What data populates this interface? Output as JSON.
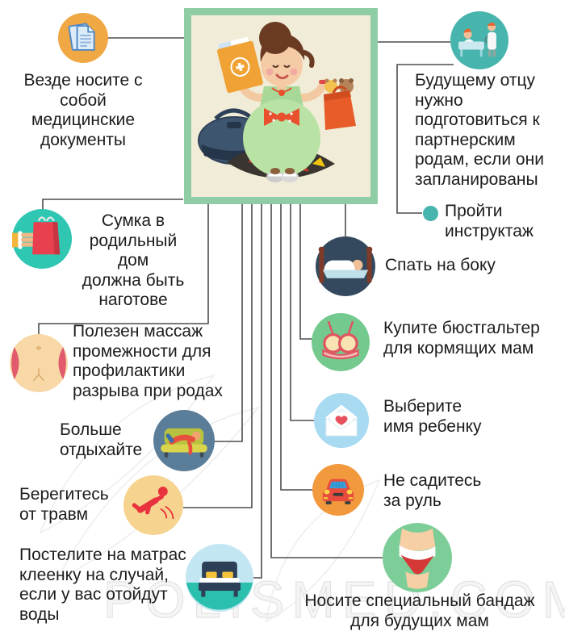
{
  "watermark": {
    "text": "POLISMED.COM",
    "color": "#e3e3e3"
  },
  "frame": {
    "border_color": "#8fcda6",
    "bg_color": "#f1ecd7",
    "illustration": "pregnant-woman-sitting-with-medical-folder-and-toy-bag"
  },
  "connector_color": "#4d4d4d",
  "text_color": "#1c1c1c",
  "tips": {
    "documents": {
      "label": "Везде носите с\nсобой\nмедицинские\nдокументы",
      "icon": "documents-icon",
      "icon_bg": "#f0a844"
    },
    "father": {
      "label": "Будущему отцу\nнужно\nподготовиться к\nпартнерским\nродам, если они\nзапланированы",
      "icon": "partner-birth-icon",
      "icon_bg": "#47b5ad",
      "bullet_label": "Пройти\nинструктаж",
      "bullet_color": "#47b5ad"
    },
    "bag": {
      "label": "Сумка в\nродильный\nдом\nдолжна быть\nнаготове",
      "icon": "maternity-bag-icon",
      "icon_bg": "#2fc7b2"
    },
    "massage": {
      "label": "Полезен массаж\nпромежности для\nпрофилактики\nразрыва при родах",
      "icon": "perineum-icon",
      "icon_bg": "#f7d8a6"
    },
    "rest": {
      "label": "Больше\nотдыхайте",
      "icon": "couch-rest-icon",
      "icon_bg": "#5a7d99"
    },
    "injury": {
      "label": "Берегитесь\nот травм",
      "icon": "falling-person-icon",
      "icon_bg": "#f6d38f"
    },
    "mattress": {
      "label": "Постелите на матрас\nклеенку на случай,\nесли у вас отойдут\nводы",
      "icon": "double-bed-icon",
      "icon_bg": "#c2e7f2",
      "icon_bg_bottom": "#2bbfae"
    },
    "sleep": {
      "label": "Спать на боку",
      "icon": "sleeping-on-side-icon",
      "icon_bg": "#34495e"
    },
    "bra": {
      "label": "Купите бюстгальтер\nдля кормящих мам",
      "icon": "bra-icon",
      "icon_bg": "#74c98e"
    },
    "baby_name": {
      "label": "Выберите\nимя ребенку",
      "icon": "envelope-heart-icon",
      "icon_bg": "#a8daf2"
    },
    "car": {
      "label": "Не садитесь\nза руль",
      "icon": "car-icon",
      "icon_bg": "#f2993e"
    },
    "bandage": {
      "label": "Носите специальный бандаж\nдля будущих мам",
      "icon": "bandage-belly-icon",
      "icon_bg": "#7ccd97"
    }
  }
}
